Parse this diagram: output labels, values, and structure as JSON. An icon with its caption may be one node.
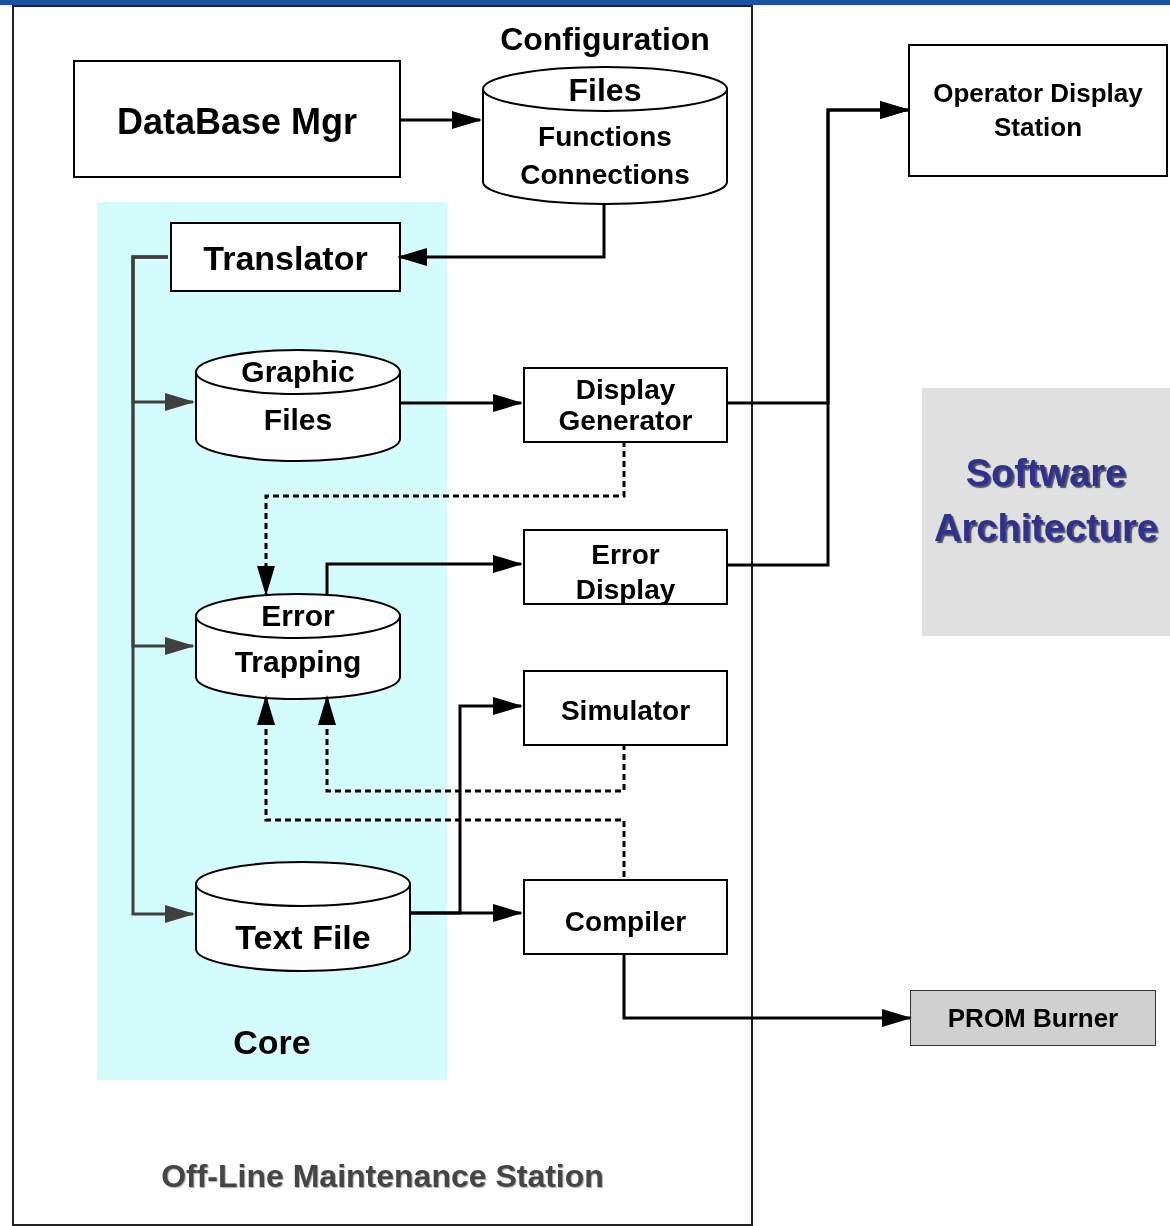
{
  "diagram": {
    "title": "Software Architecture",
    "nodes": [
      {
        "text": [
          "Off-Line Maintenance Station"
        ]
      },
      {
        "text": [
          "Core"
        ],
        "in": 0
      },
      {
        "text": [
          "DataBase Mgr"
        ],
        "in": 0
      },
      {
        "text": [
          "Configuration Files",
          "Functions Connections"
        ],
        "in": 0
      },
      {
        "text": [
          "Translator"
        ],
        "in": 1
      },
      {
        "text": [
          "Graphic Files"
        ],
        "in": 1
      },
      {
        "text": [
          "Error Trapping"
        ],
        "in": 1
      },
      {
        "text": [
          "Text File"
        ],
        "in": 1
      },
      {
        "text": [
          "Display Generator"
        ],
        "in": 0
      },
      {
        "text": [
          "Error Display"
        ],
        "in": 0
      },
      {
        "text": [
          "Simulator"
        ],
        "in": 0
      },
      {
        "text": [
          "Compiler"
        ],
        "in": 0
      },
      {
        "text": [
          "Operator Display Station"
        ]
      },
      {
        "text": [
          "PROM Burner"
        ]
      }
    ],
    "edges": [
      {
        "from": 2,
        "to": 3,
        "arrow": "to"
      },
      {
        "from": 3,
        "to": 4,
        "arrow": "to"
      },
      {
        "from": 4,
        "to": 5,
        "arrow": "to",
        "color": "#404040"
      },
      {
        "from": 4,
        "to": 6,
        "arrow": "to",
        "color": "#404040"
      },
      {
        "from": 4,
        "to": 7,
        "arrow": "to",
        "color": "#404040"
      },
      {
        "from": 5,
        "to": 8,
        "arrow": "to"
      },
      {
        "from": 8,
        "to": 6,
        "arrow": "to",
        "style": "dashed"
      },
      {
        "from": 6,
        "to": 9,
        "arrow": "to"
      },
      {
        "from": 8,
        "to": 12,
        "arrow": "to"
      },
      {
        "from": 9,
        "to": 12,
        "arrow": "to"
      },
      {
        "from": 7,
        "to": 10,
        "arrow": "to"
      },
      {
        "from": 7,
        "to": 11,
        "arrow": "to"
      },
      {
        "from": 10,
        "to": 6,
        "arrow": "to",
        "style": "dashed"
      },
      {
        "from": 11,
        "to": 6,
        "arrow": "to",
        "style": "dashed"
      },
      {
        "from": 11,
        "to": 13,
        "arrow": "to"
      }
    ]
  }
}
